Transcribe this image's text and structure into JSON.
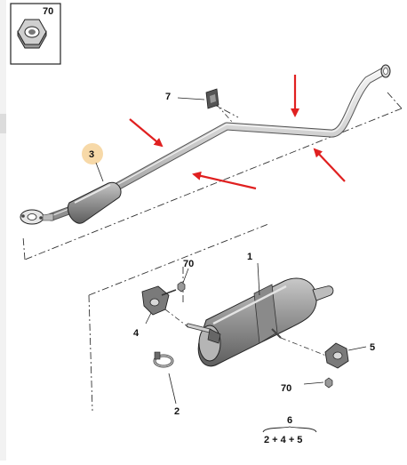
{
  "corner_box": {
    "label": "70"
  },
  "callouts": {
    "front_pipe": "3",
    "clamp_front": "7",
    "silencer": "1",
    "bracket_left": "4",
    "nut_left": "70",
    "clamp_rear": "2",
    "bracket_right": "5",
    "nut_right": "70"
  },
  "kit": {
    "number": "6",
    "formula": "2 + 4 + 5"
  },
  "colors": {
    "highlight": "#f7d9a8",
    "arrow": "#e02020",
    "line": "#222222"
  },
  "icons": [
    "hex-nut-icon",
    "red-arrow-icon"
  ]
}
